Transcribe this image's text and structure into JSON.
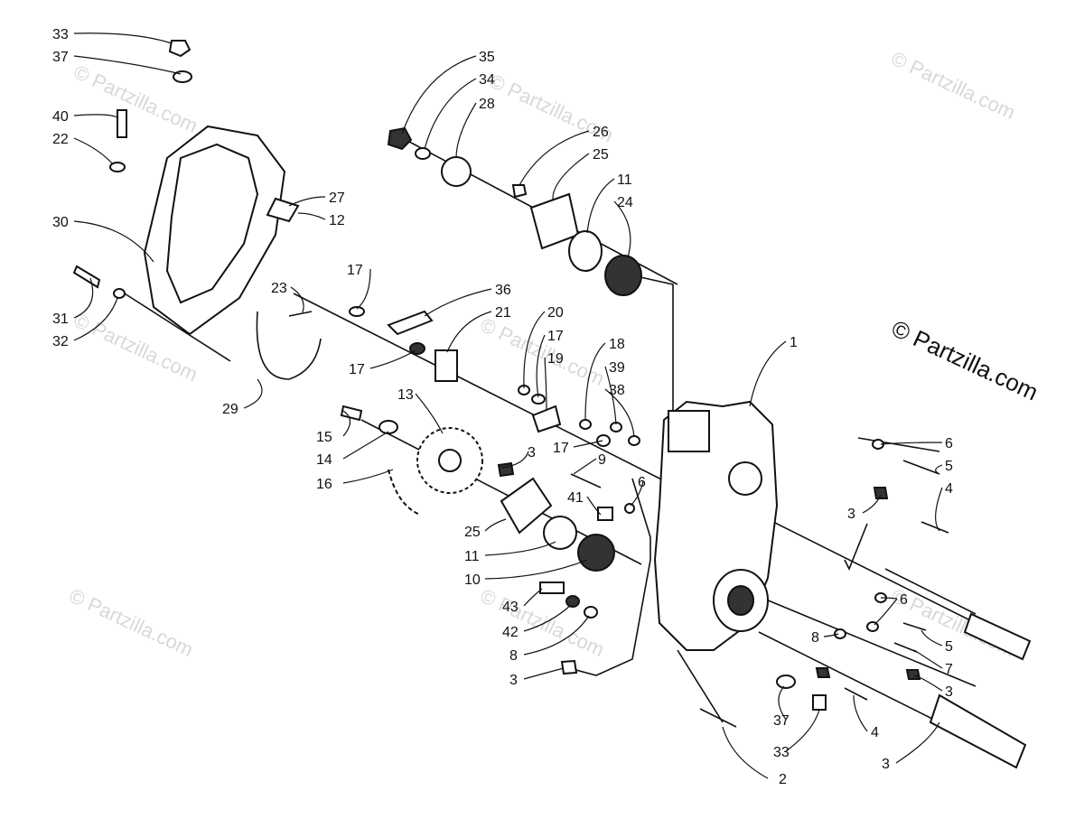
{
  "watermark": "© Partzilla.com",
  "brand_mark": "© Partzilla.com",
  "callouts": {
    "c33a": "33",
    "c37a": "37",
    "c40": "40",
    "c22": "22",
    "c30": "30",
    "c31": "31",
    "c32": "32",
    "c27": "27",
    "c12": "12",
    "c23": "23",
    "c29": "29",
    "c35": "35",
    "c34": "34",
    "c28": "28",
    "c26": "26",
    "c25a": "25",
    "c11a": "11",
    "c24": "24",
    "c17a": "17",
    "c36": "36",
    "c21": "21",
    "c17b": "17",
    "c20": "20",
    "c17c": "17",
    "c19": "19",
    "c18": "18",
    "c39": "39",
    "c38": "38",
    "c13": "13",
    "c15": "15",
    "c14": "14",
    "c16": "16",
    "c3a": "3",
    "c17d": "17",
    "c9": "9",
    "c6a": "6",
    "c41": "41",
    "c25b": "25",
    "c11b": "11",
    "c10": "10",
    "c43": "43",
    "c42": "42",
    "c8a": "8",
    "c3b": "3",
    "c1": "1",
    "c6b": "6",
    "c5a": "5",
    "c4a": "4",
    "c3c": "3",
    "c6c": "6",
    "c8b": "8",
    "c5b": "5",
    "c7": "7",
    "c3d": "3",
    "c37b": "37",
    "c33b": "33",
    "c4b": "4",
    "c3e": "3",
    "c2": "2"
  }
}
